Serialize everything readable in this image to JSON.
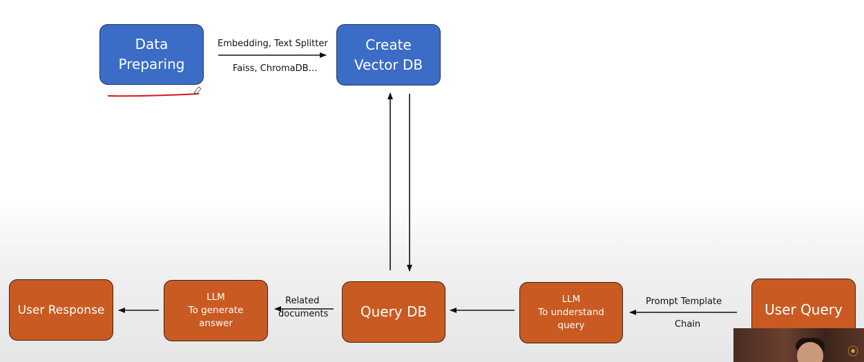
{
  "nodes": {
    "data_preparing": [
      "Data",
      "Preparing"
    ],
    "create_vector_db": [
      "Create",
      "Vector DB"
    ],
    "user_response": [
      "User Response"
    ],
    "llm_generate": [
      "LLM",
      "To generate",
      "answer"
    ],
    "query_db": [
      "Query DB"
    ],
    "llm_understand": [
      "LLM",
      "To understand",
      "query"
    ],
    "user_query": [
      "User Query"
    ]
  },
  "edges": {
    "prep_to_vector_top": "Embedding, Text Splitter",
    "prep_to_vector_bottom": "Faiss, ChromaDB…",
    "query_to_llm": [
      "Related",
      "documents"
    ],
    "userquery_top": "Prompt Template",
    "userquery_bottom": "Chain"
  },
  "colors": {
    "blue_node": "#3b6cc6",
    "orange_node": "#c95a22",
    "annotation_underline": "#d7141a"
  },
  "icons": [
    "pencil-icon",
    "webcam-logo-icon"
  ]
}
